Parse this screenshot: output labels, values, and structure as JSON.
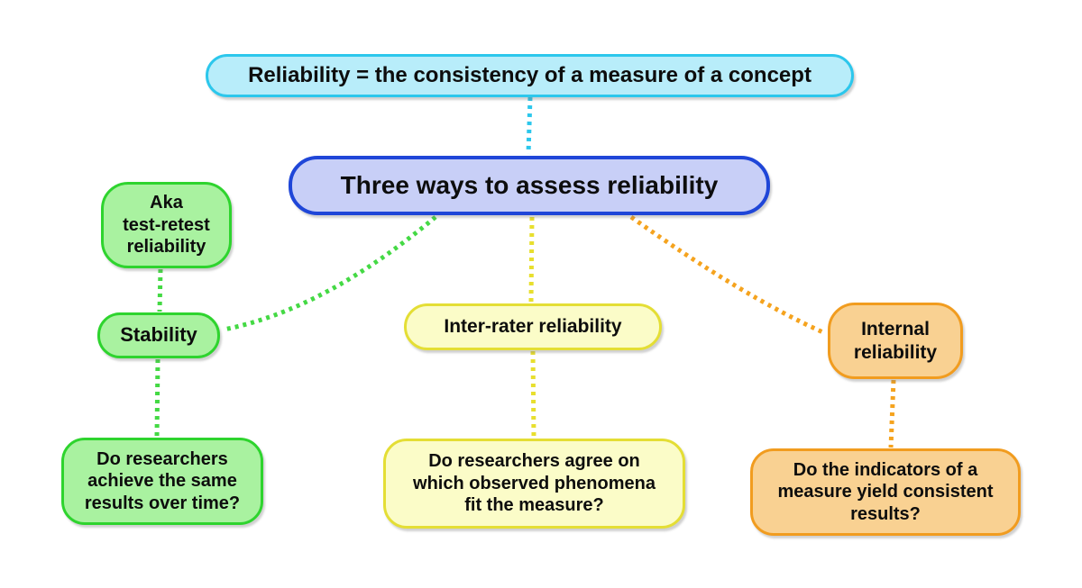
{
  "diagram": {
    "title_concept": "Reliability mind map",
    "background_color": "#ffffff",
    "text_color": "#0d0d0d",
    "nodes": {
      "definition": {
        "label": "Reliability = the consistency of a measure of a concept",
        "fill": "#b8edfa",
        "border": "#2cc7ec"
      },
      "main": {
        "label": "Three ways to assess reliability",
        "fill": "#c8cff7",
        "border": "#1f46d8"
      },
      "aka": {
        "label": "Aka\ntest-retest\nreliability",
        "fill": "#a9f2a0",
        "border": "#2ed42e"
      },
      "stability": {
        "label": "Stability",
        "fill": "#a9f2a0",
        "border": "#2ed42e"
      },
      "stability_question": {
        "label": "Do researchers\nachieve the same\nresults over time?",
        "fill": "#a9f2a0",
        "border": "#2ed42e"
      },
      "inter_rater": {
        "label": "Inter-rater reliability",
        "fill": "#fbfcc8",
        "border": "#e4de35"
      },
      "inter_rater_question": {
        "label": "Do researchers agree on\nwhich observed phenomena\nfit the measure?",
        "fill": "#fbfcc8",
        "border": "#e4de35"
      },
      "internal": {
        "label": "Internal\nreliability",
        "fill": "#f9d192",
        "border": "#f19c1f"
      },
      "internal_question": {
        "label": "Do the indicators of a\nmeasure yield consistent\nresults?",
        "fill": "#f9d192",
        "border": "#f19c1f"
      }
    },
    "connectors": {
      "definition_main": {
        "style": "dotted",
        "color": "#2cc7ec"
      },
      "main_stability": {
        "style": "dotted",
        "color": "#44d944"
      },
      "main_inter_rater": {
        "style": "dotted",
        "color": "#e8df2e"
      },
      "main_internal": {
        "style": "dotted",
        "color": "#f5a31e"
      },
      "aka_stability": {
        "style": "dotted",
        "color": "#44d944"
      },
      "stability_question": {
        "style": "dotted",
        "color": "#44d944"
      },
      "inter_rater_question": {
        "style": "dotted",
        "color": "#e8df2e"
      },
      "internal_question": {
        "style": "dotted",
        "color": "#f5a31e"
      }
    }
  }
}
